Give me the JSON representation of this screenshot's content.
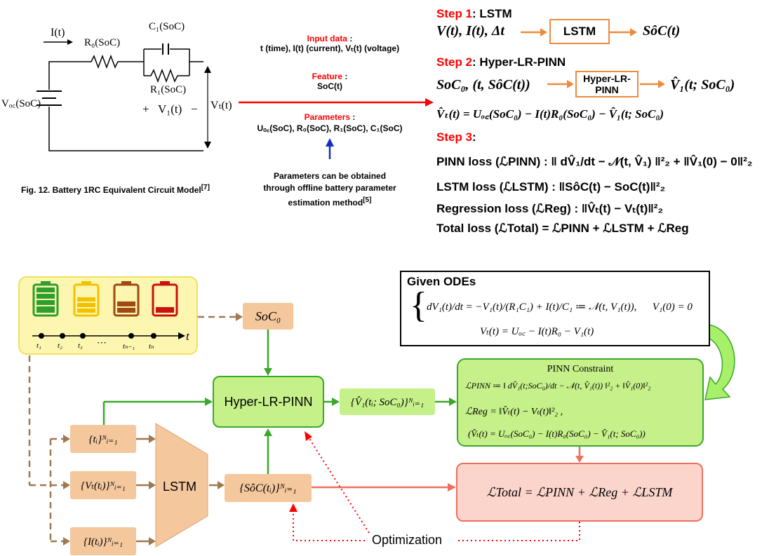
{
  "circuit": {
    "current_label": "I(t)",
    "r0_label": "R₀(SoC)",
    "c1_label": "C₁(SoC)",
    "r1_label": "R₁(SoC)",
    "voc_label": "Vₒ꜀(SoC)",
    "v1_label": "+   V₁(t)   −",
    "vt_label": "Vₜ(t)",
    "caption": "Fig. 12. Battery 1RC Equivalent Circuit Model",
    "caption_ref": "[7]"
  },
  "inputs": {
    "input_title": "Input data",
    "input_body": "t (time), I(t) (current), Vₜ(t) (voltage)",
    "feature_title": "Feature",
    "feature_body": "SoC(t)",
    "params_title": "Parameters",
    "params_body": "Uₒ꜀(SoC), R₀(SoC), R₁(SoC), C₁(SoC)",
    "params_note": "Parameters can be obtained through offline battery parameter estimation method",
    "params_ref": "[5]"
  },
  "steps": {
    "step1_label": "Step 1",
    "step1_title": ": LSTM",
    "step1_inputs": "V(t), I(t), Δt",
    "step1_box": "LSTM",
    "step1_output": "SôC(t)",
    "step2_label": "Step 2",
    "step2_title": ": Hyper-LR-PINN",
    "step2_inputs": "SoC₀, (t, SôC(t))",
    "step2_box": "Hyper-LR- PINN",
    "step2_output": "V̂₁(t; SoC₀)",
    "step2_eq": "V̂ₜ(t) = Uₒ꜀(SoC₀) − I(t)R₀(SoC₀) − V̂₁(t; SoC₀)",
    "step3_label": "Step 3",
    "step3_title": ":",
    "pinn_loss": "PINN loss (ℒPINN) : ‖ dV̂₁/dt − 𝒩(t, V̂₁) ‖²₂ + ‖V̂₁(0) − 0‖²₂",
    "lstm_loss": "LSTM loss (ℒLSTM) : ‖SôC(t) − SoC(t)‖²₂",
    "reg_loss": "Regression loss (ℒReg) : ‖V̂ₜ(t) − Vₜ(t)‖²₂",
    "total_loss": "Total loss (ℒTotal) = ℒPINN + ℒLSTM + ℒReg"
  },
  "battery_panel": {
    "axis_label": "t",
    "ticks": [
      "t₁",
      "t₂",
      "t₃",
      "⋯",
      "tₙ₋₁",
      "tₙ"
    ],
    "colors": {
      "green": "#2e9e2e",
      "yellow": "#f2c200",
      "brown": "#9e4a12",
      "red": "#cc1010",
      "panel_bg": "#fdf6b0",
      "panel_border": "#f0e060"
    }
  },
  "flow": {
    "soc0": "SoC₀",
    "hyper": "Hyper-LR-PINN",
    "v1_set": "{V̂₁(tᵢ; SoC₀)}ᴺᵢ₌₁",
    "t_set": "{tᵢ}ᴺᵢ₌₁",
    "v_set": "{Vₜ(tᵢ)}ᴺᵢ₌₁",
    "i_set": "{I(tᵢ)}ᴺᵢ₌₁",
    "lstm": "LSTM",
    "soc_set": "{SôC(tᵢ)}ᴺᵢ₌₁",
    "optimization": "Optimization"
  },
  "odes": {
    "title": "Given ODEs",
    "line1": "dV₁(t)/dt = −V₁(t)/(R₁C₁) + I(t)/C₁ ≔ 𝒩(t, V₁(t)),      V₁(0) = 0",
    "line2": "Vₜ(t) = Uₒ꜀ − I(t)R₀ − V₁(t)"
  },
  "pinn_constraint": {
    "title": "PINN Constraint",
    "line1": "ℒPINN ≔ ‖ dV̂₁(t;SoC₀)/dt − 𝒩(t, V̂₁(t)) ‖²₂ + ‖V̂₁(0)‖²₂",
    "line2": "ℒReg = ‖V̂ₜ(t) − Vₜ(t)‖²₂ ,",
    "line3": "(V̂ₜ(t) = Uₒ꜀(SoC₀) − I(t)R₀(SoC₀) − V̂₁(t; SoC₀))"
  },
  "total_box": {
    "equation": "ℒTotal = ℒPINN + ℒReg + ℒLSTM"
  },
  "palette": {
    "green_fill": "#c6f08a",
    "green_border": "#3aa82a",
    "orange_fill": "#f4c79d",
    "pink_fill": "#fbd5cc",
    "pink_border": "#ef6f5f",
    "arrow_orange": "#f08a3c",
    "arrow_brown": "#a07850",
    "arrow_red": "#ff0000",
    "arrow_blue": "#1030c0"
  }
}
